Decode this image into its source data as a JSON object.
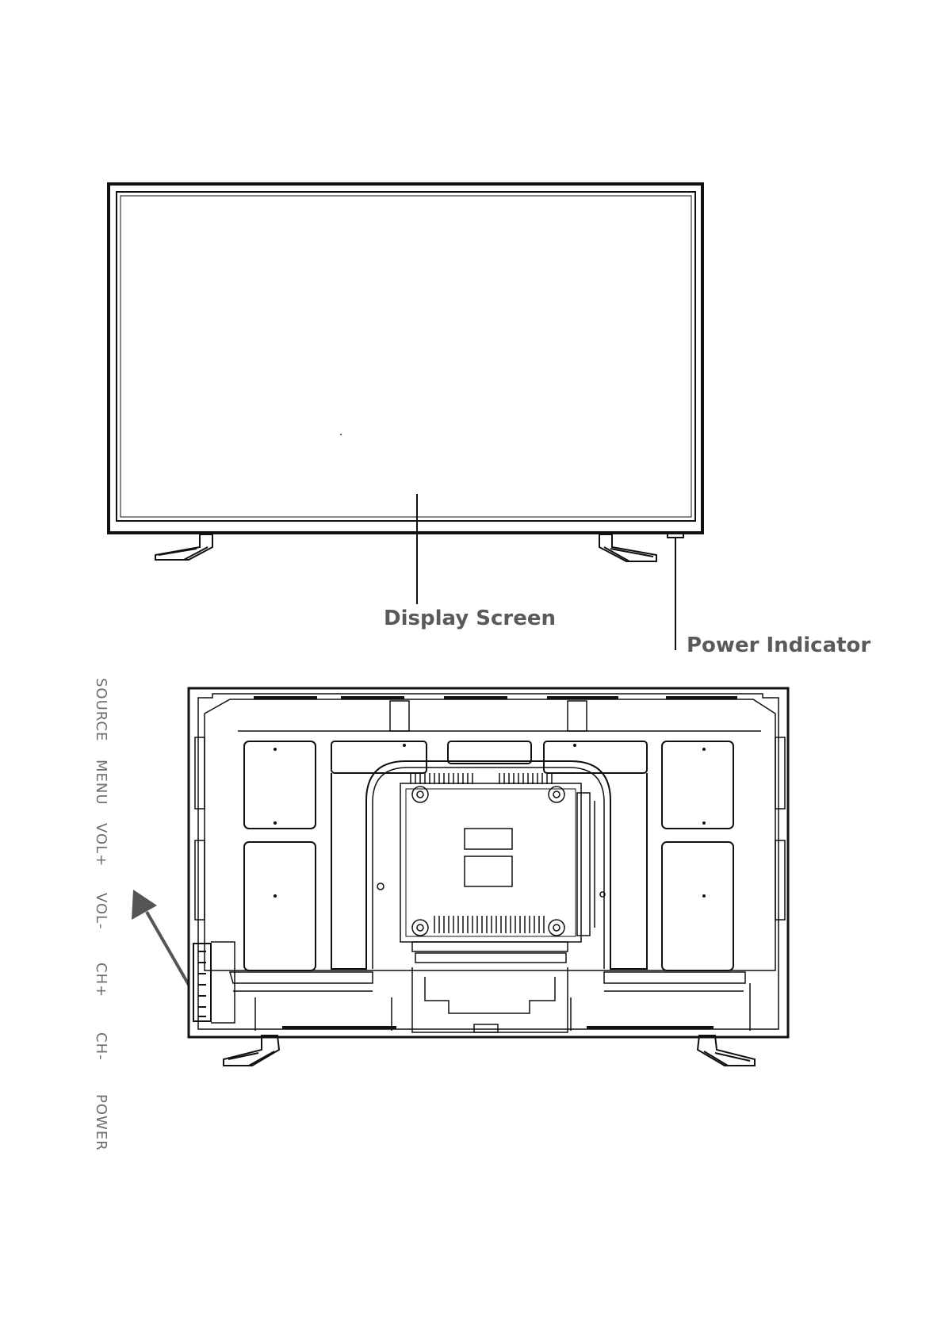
{
  "front_view": {
    "display_screen_label": "Display Screen",
    "power_indicator_label": "Power Indicator"
  },
  "rear_view": {
    "side_buttons": [
      "SOURCE",
      "MENU",
      "VOL+",
      "VOL-",
      "CH+",
      "CH-",
      "POWER"
    ]
  }
}
